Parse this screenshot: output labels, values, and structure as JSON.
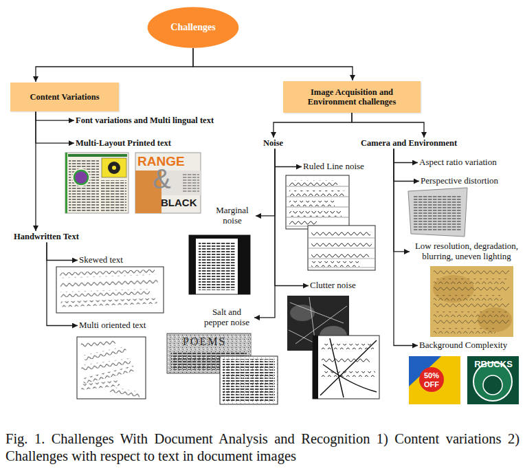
{
  "diagram": {
    "caption": "Fig. 1. Challenges With Document Analysis and Recognition 1) Content variations 2) Challenges with respect to text in document images",
    "nodes": [
      {
        "text": [
          "Challenges"
        ]
      },
      {
        "text": [
          "Content Variations"
        ]
      },
      {
        "text": [
          "Image Acquisition and Environment challenges"
        ]
      },
      {
        "text": [
          "Font variations and Multi lingual text"
        ]
      },
      {
        "text": [
          "Multi-Layout Printed text"
        ]
      },
      {
        "text": [
          "Noise"
        ]
      },
      {
        "text": [
          "Camera and Environment"
        ]
      },
      {
        "text": [
          "Ruled Line noise"
        ]
      },
      {
        "text": [
          "Aspect ratio variation"
        ]
      },
      {
        "text": [
          "Perspective distortion"
        ]
      },
      {
        "text": [
          "Marginal noise"
        ]
      },
      {
        "text": [
          "Handwritten Text"
        ]
      },
      {
        "text": [
          "Low resolution, degradation, blurring, uneven lighting"
        ]
      },
      {
        "text": [
          "Skewed text"
        ]
      },
      {
        "text": [
          "Clutter noise"
        ]
      },
      {
        "text": [
          "Salt and pepper noise"
        ]
      },
      {
        "text": [
          "Multi oriented text"
        ]
      },
      {
        "text": [
          "Background Complexity"
        ]
      }
    ],
    "edges": [
      {
        "from": 0,
        "to": 1,
        "arrow": "to"
      },
      {
        "from": 0,
        "to": 2,
        "arrow": "to"
      },
      {
        "from": 1,
        "to": 3,
        "arrow": "to"
      },
      {
        "from": 1,
        "to": 4,
        "arrow": "to"
      },
      {
        "from": 1,
        "to": 11,
        "arrow": "to"
      },
      {
        "from": 2,
        "to": 5,
        "arrow": "to"
      },
      {
        "from": 2,
        "to": 6,
        "arrow": "to"
      },
      {
        "from": 5,
        "to": 7,
        "arrow": "to"
      },
      {
        "from": 5,
        "to": 10,
        "arrow": "to"
      },
      {
        "from": 5,
        "to": 14,
        "arrow": "to"
      },
      {
        "from": 5,
        "to": 15,
        "arrow": "to"
      },
      {
        "from": 6,
        "to": 8,
        "arrow": "to"
      },
      {
        "from": 6,
        "to": 9,
        "arrow": "to"
      },
      {
        "from": 6,
        "to": 12,
        "arrow": "to"
      },
      {
        "from": 6,
        "to": 17,
        "arrow": "to"
      },
      {
        "from": 11,
        "to": 13,
        "arrow": "to"
      },
      {
        "from": 11,
        "to": 16,
        "arrow": "to"
      }
    ],
    "labels": [
      "RANGE",
      "&",
      "BLACK",
      "POEMS",
      "50%",
      "OFF",
      "RBUCKS"
    ]
  }
}
